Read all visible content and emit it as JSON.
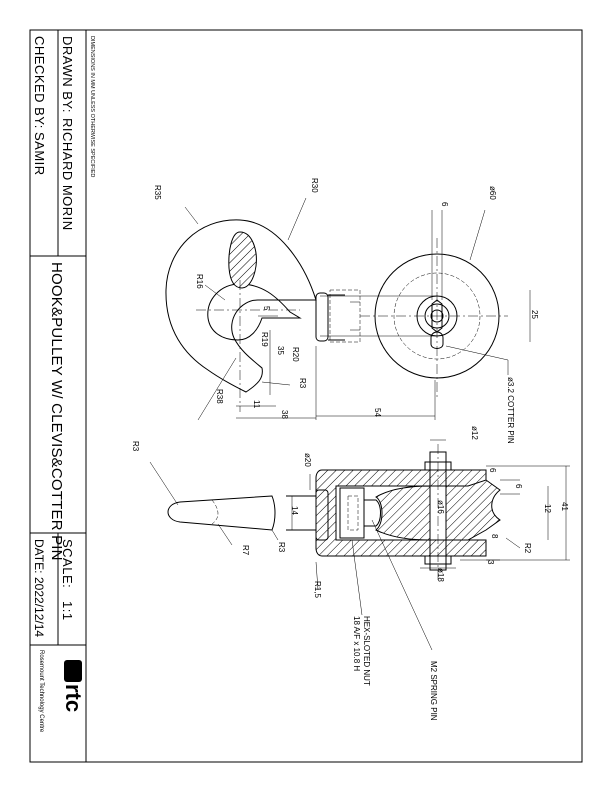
{
  "title_block": {
    "dimensions_note": "DIMENSIONS IN MM UNLESS OTHERWISE SPECIFIED",
    "drawn_by_label": "DRAWN BY:",
    "drawn_by": "RICHARD MORIN",
    "checked_by_label": "CHECKED BY:",
    "checked_by": "SAMIR",
    "title": "HOOK&PULLEY W/ CLEVIS&COTTER PIN",
    "scale_label": "SCALE:",
    "scale": "1:1",
    "date_label": "DATE:",
    "date": "2022/12/14",
    "logo_text": "rtc",
    "org": "Rosemount Technology Centre"
  },
  "dimensions": {
    "r35": "R35",
    "r30": "R30",
    "r16": "R16",
    "five": "5",
    "r19": "R19",
    "n35": "35",
    "r20": "R20",
    "r3_hook": "R3",
    "r38": "R38",
    "n11": "11",
    "n38": "38",
    "n54": "54",
    "dia60": "ø60",
    "six_top": "6",
    "n25": "25",
    "cotter_pin": "ø3.2  COTTER PIN",
    "dia12": "ø12",
    "dia20": "ø20",
    "six_a": "6",
    "six_b": "6",
    "n41": "41",
    "n12": "12",
    "n14": "14",
    "dia16": "ø16",
    "n8": "8",
    "r2": "R2",
    "n3": "3",
    "dia18": "ø18",
    "r1_5": "R1,5",
    "r3_tip": "R3",
    "r3_tip2": "R3",
    "r7": "R7",
    "hex_nut_1": "HEX-SLOTED NUT",
    "hex_nut_2": "18 A/F x 10.8 H",
    "spring_pin": "M2 SPRING PIN"
  }
}
